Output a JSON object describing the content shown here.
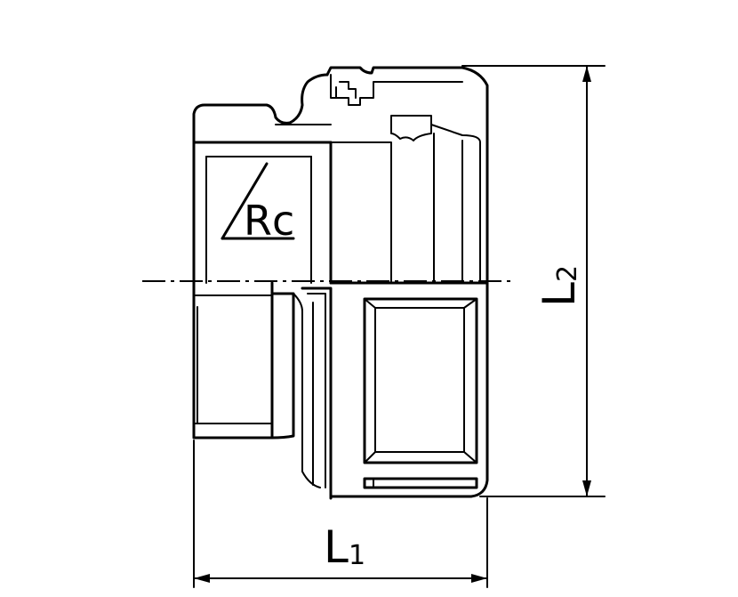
{
  "thread_label": "Rc",
  "dimensions": {
    "length": {
      "letter": "L",
      "subscript": "1"
    },
    "height": {
      "letter": "L",
      "subscript": "2"
    }
  }
}
